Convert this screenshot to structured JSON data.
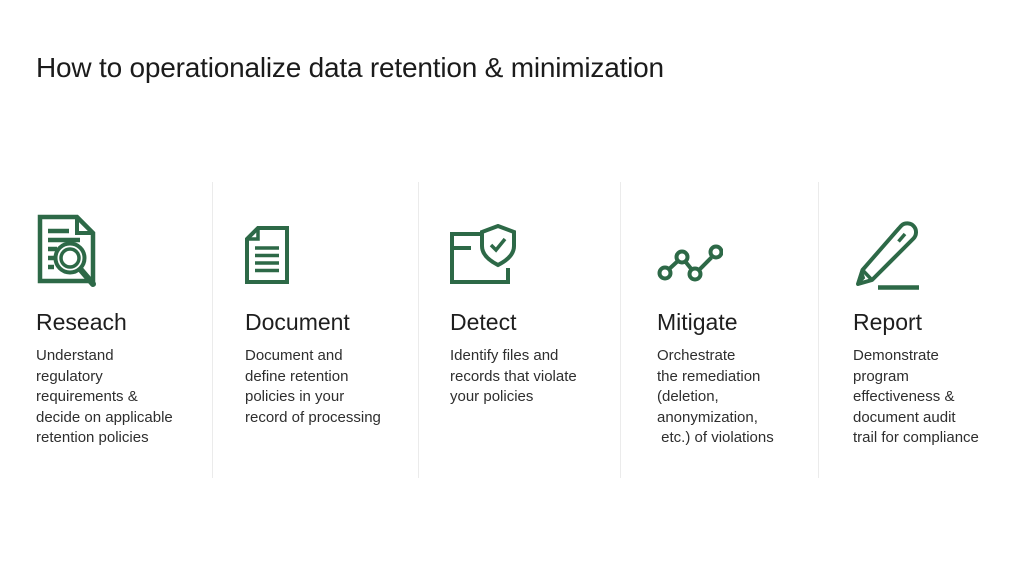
{
  "slide": {
    "title": "How to operationalize data retention & minimization",
    "background_color": "#ffffff",
    "accent_green": "#2d6947",
    "divider_color": "#ebebeb",
    "steps": [
      {
        "icon": "document-search-icon",
        "title": "Reseach",
        "desc": "Understand\nregulatory\nrequirements &\ndecide on applicable\nretention policies"
      },
      {
        "icon": "document-icon",
        "title": "Document",
        "desc": "Document and\ndefine retention\npolicies in your\nrecord of processing"
      },
      {
        "icon": "folder-shield-check-icon",
        "title": "Detect",
        "desc": "Identify files and\nrecords that violate\nyour policies"
      },
      {
        "icon": "trend-nodes-icon",
        "title": "Mitigate",
        "desc": "Orchestrate\nthe remediation\n(deletion,\nanonymization,\n etc.) of violations"
      },
      {
        "icon": "pencil-edit-icon",
        "title": "Report",
        "desc": "Demonstrate\nprogram\neffectiveness &\ndocument audit\ntrail for compliance"
      }
    ]
  }
}
